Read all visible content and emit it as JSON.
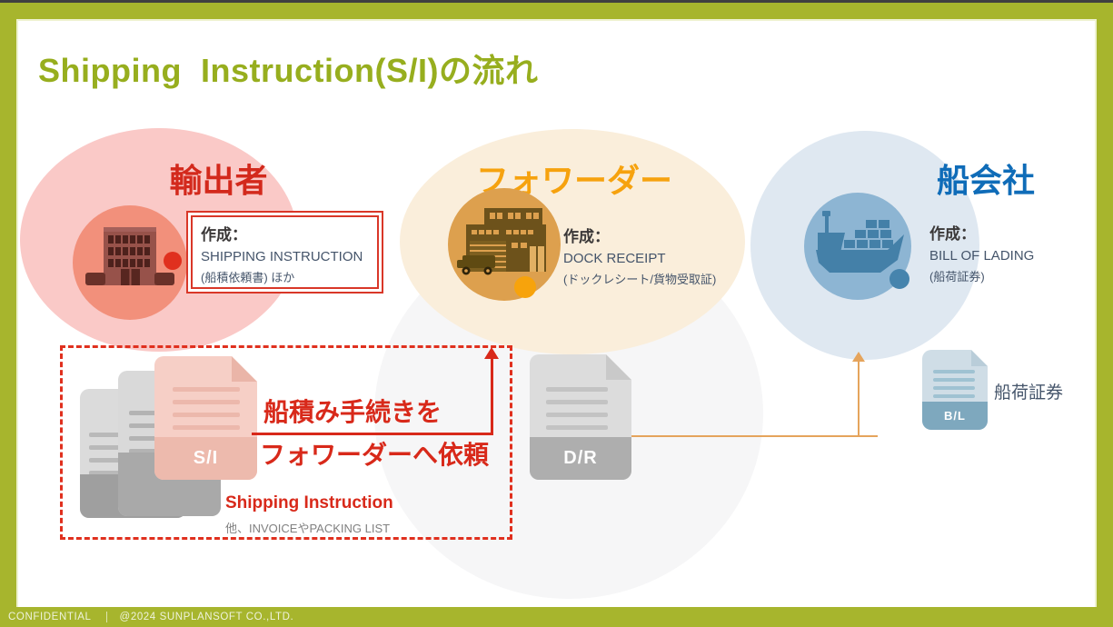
{
  "title": "Shipping  Instruction(S/I)の流れ",
  "entities": [
    {
      "name": "輸出者",
      "creates": "作成：",
      "doc": "SHIPPING INSTRUCTION",
      "note": "(船積依頼書) ほか"
    },
    {
      "name": "フォワーダー",
      "creates": "作成：",
      "doc": "DOCK RECEIPT",
      "note": "(ドックレシート/貨物受取証)"
    },
    {
      "name": "船会社",
      "creates": "作成：",
      "doc": "BILL OF LADING",
      "note": "(船荷証券)"
    }
  ],
  "docs": {
    "si": "S/I",
    "dr": "D/R",
    "bl": "B/L",
    "bl_caption": "船荷証券"
  },
  "callout": {
    "line1": "船積み手続きを",
    "line2": "フォワーダーへ依頼",
    "title": "Shipping Instruction",
    "note": "他、INVOICEやPACKING LIST"
  },
  "footer": {
    "confidential": "CONFIDENTIAL",
    "copyright": "@2024 SUNPLANSOFT CO.,LTD."
  },
  "colors": {
    "frame_green": "#a7b52d",
    "title_green": "#97ae1e",
    "exporter_red": "#d3291c",
    "forwarder_orange": "#f6a20e",
    "shipco_blue": "#0f6cb8",
    "accent_red": "#e0301e",
    "arrow_orange": "#e5a45c",
    "text_dark": "#44546a"
  }
}
